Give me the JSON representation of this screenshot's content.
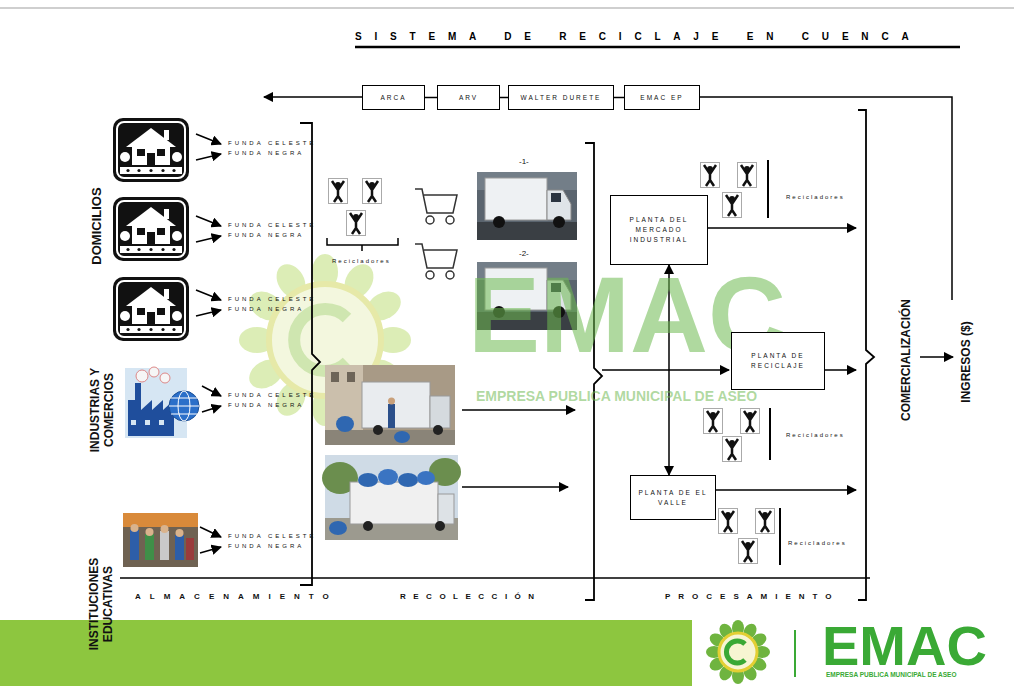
{
  "diagram": {
    "title": "SISTEMA DE RECICLAJE EN CUENCA",
    "nodes": [
      {
        "text": [
          "ARCA"
        ]
      },
      {
        "text": [
          "ARV"
        ]
      },
      {
        "text": [
          "WALTER DURETE"
        ]
      },
      {
        "text": [
          "EMAC EP"
        ]
      },
      {
        "text": [
          "PLANTA DEL MERCADO INDUSTRIAL"
        ]
      },
      {
        "text": [
          "PLANTA DE RECICLAJE"
        ]
      },
      {
        "text": [
          "PLANTA DE EL VALLE"
        ]
      }
    ],
    "edges": [
      {
        "from": 1,
        "to": 0,
        "arrow": "none"
      },
      {
        "from": 2,
        "to": 1,
        "arrow": "none"
      },
      {
        "from": 3,
        "to": 2,
        "arrow": "none"
      },
      {
        "from": 4,
        "to": 6,
        "arrow": "both"
      }
    ],
    "labels": [
      "DOMICILIOS",
      "INDUSTRIAS Y COMERCIOS",
      "INSTITUCIONES EDUCATIVAS",
      "FUNDA CELESTE",
      "FUNDA NEGRA",
      "FUNDA CELESTE",
      "FUNDA NEGRA",
      "FUNDA CELESTE",
      "FUNDA NEGRA",
      "FUNDA CELESTE",
      "FUNDA NEGRA",
      "FUNDA CELESTE",
      "FUNDA NEGRA",
      "Recicladores",
      "-1-",
      "-2-",
      "Recicladores",
      "Recicladores",
      "Recicladores",
      "COMERCIALIZACIÓN",
      "INGRESOS ($)",
      "ALMACENAMIENTO",
      "RECOLECCIÓN",
      "PROCESAMIENTO",
      "EMAC",
      "EMPRESA PUBLICA MUNICIPAL DE ASEO",
      "EMAC",
      "EMPRESA PUBLICA MUNICIPAL DE ASEO"
    ]
  }
}
